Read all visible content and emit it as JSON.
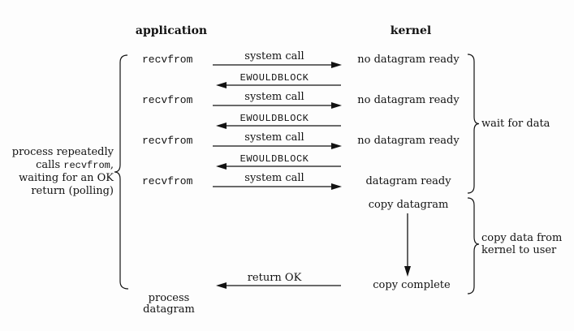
{
  "headers": {
    "application": "application",
    "kernel": "kernel"
  },
  "left_note": {
    "line1": "process repeatedly",
    "line2_pre": "calls ",
    "line2_code": "recvfrom",
    "line2_post": ",",
    "line3": "waiting for an OK",
    "line4": "return (polling)"
  },
  "exchanges": [
    {
      "call": "recvfrom",
      "request_label": "system call",
      "kernel_state": "no datagram ready",
      "reply_label": "EWOULDBLOCK"
    },
    {
      "call": "recvfrom",
      "request_label": "system call",
      "kernel_state": "no datagram ready",
      "reply_label": "EWOULDBLOCK"
    },
    {
      "call": "recvfrom",
      "request_label": "system call",
      "kernel_state": "no datagram ready",
      "reply_label": "EWOULDBLOCK"
    },
    {
      "call": "recvfrom",
      "request_label": "system call",
      "kernel_state": "datagram ready"
    }
  ],
  "copy_phase": {
    "start_label": "copy datagram",
    "end_label": "copy complete",
    "return_label": "return OK"
  },
  "bottom_note": {
    "line1": "process",
    "line2": "datagram"
  },
  "brace_labels": {
    "wait": "wait for data",
    "copy_line1": "copy data from",
    "copy_line2": "kernel to user"
  }
}
